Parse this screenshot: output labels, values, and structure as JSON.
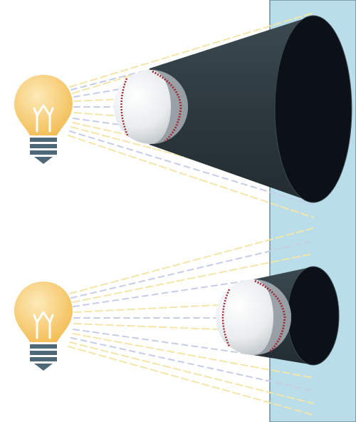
{
  "figure": {
    "panels": [
      {
        "id": "near",
        "subjects": [
          "light-bulb",
          "baseball",
          "shadow-cone",
          "screen"
        ]
      },
      {
        "id": "far",
        "subjects": [
          "light-bulb",
          "baseball",
          "shadow-cone",
          "screen"
        ]
      }
    ]
  },
  "colors": {
    "bulb": "#f6c66a",
    "bulb_highlight": "#fbe3a8",
    "filament": "#ffffff",
    "bulb_base": "#4f6878",
    "screen": "#b9dde9",
    "screen_edge": "#6f8c98",
    "cone": "#2f3b42",
    "cone_mouth": "#0b1116",
    "ball": "#f4f4f4",
    "ball_shade": "#8e969c",
    "stitch": "#a12a36",
    "light_ray": "#f3e6a8",
    "light_ray_dash": "#bfc7e6"
  }
}
